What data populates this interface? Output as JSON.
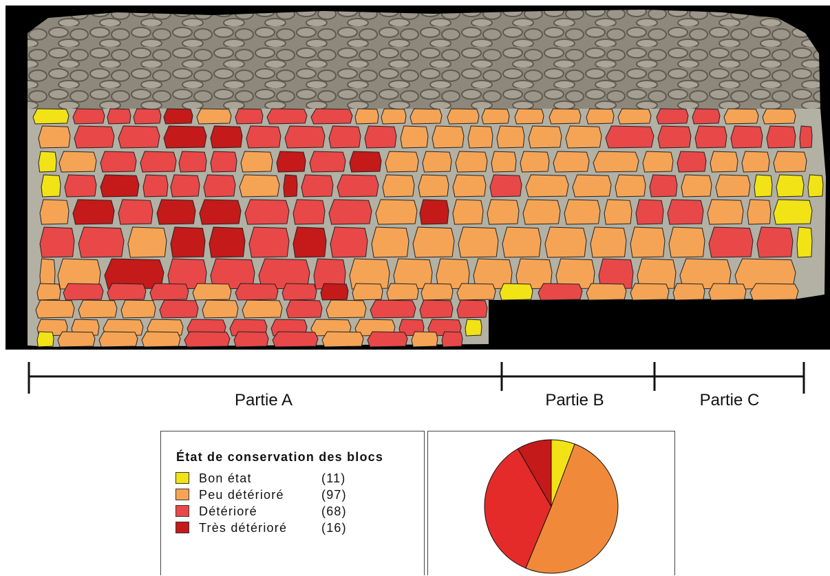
{
  "scale": {
    "labels": [
      "Partie A",
      "Partie B",
      "Partie C"
    ]
  },
  "legend": {
    "title": "État de conservation des blocs",
    "items": [
      {
        "label": "Bon état",
        "count": "(11)",
        "color": "#f2e316"
      },
      {
        "label": "Peu détérioré",
        "count": "(97)",
        "color": "#f5a455"
      },
      {
        "label": "Détérioré",
        "count": "(68)",
        "color": "#e84848"
      },
      {
        "label": "Très détérioré",
        "count": "(16)",
        "color": "#c41a1a"
      }
    ]
  },
  "chart_data": {
    "type": "pie",
    "categories": [
      "Bon état",
      "Peu détérioré",
      "Détérioré",
      "Très détérioré"
    ],
    "values": [
      11,
      97,
      68,
      16
    ],
    "colors": [
      "#f2e316",
      "#f08a3a",
      "#e52a2a",
      "#c41a1a"
    ]
  },
  "colors": {
    "stone": "#8f8a7d",
    "mortar": "#b9b6aa",
    "background": "#000000"
  }
}
